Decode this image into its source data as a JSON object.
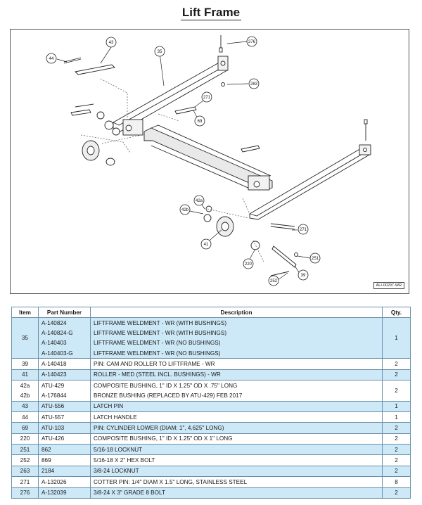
{
  "page": {
    "title": "Lift Frame",
    "diagram_id": "ALI-00297-WR"
  },
  "callouts": [
    "43",
    "44",
    "35",
    "276",
    "263",
    "271",
    "69",
    "42a",
    "42b",
    "41",
    "220",
    "271",
    "251",
    "39",
    "252"
  ],
  "table": {
    "headers": [
      "Item",
      "Part Number",
      "Description",
      "Qty."
    ],
    "groups": [
      {
        "item": "35",
        "qty": "1",
        "shade": "blue",
        "rows": [
          {
            "part": "A-140824",
            "desc": "LIFTFRAME WELDMENT - WR (WITH BUSHINGS)"
          },
          {
            "part": "A-140824-G",
            "desc": "LIFTFRAME WELDMENT - WR (WITH BUSHINGS)"
          },
          {
            "part": "A-140403",
            "desc": "LIFTFRAME WELDMENT - WR (NO BUSHINGS)"
          },
          {
            "part": "A-140403-G",
            "desc": "LIFTFRAME WELDMENT - WR (NO BUSHINGS)"
          }
        ]
      },
      {
        "item": "39",
        "qty": "2",
        "shade": "white",
        "rows": [
          {
            "part": "A-140418",
            "desc": "PIN: CAM AND ROLLER TO LIFTFRAME - WR"
          }
        ]
      },
      {
        "item": "41",
        "qty": "2",
        "shade": "blue",
        "rows": [
          {
            "part": "A-140423",
            "desc": "ROLLER - MED (STEEL INCL. BUSHINGS) - WR"
          }
        ]
      },
      {
        "items": [
          "42a",
          "42b"
        ],
        "qty": "2",
        "shade": "white",
        "rows": [
          {
            "part": "ATU-429",
            "desc": "COMPOSITE BUSHING, 1\" ID X 1.25\" OD X .75\" LONG"
          },
          {
            "part": "A-176844",
            "desc": "BRONZE BUSHING (REPLACED BY ATU-429) FEB 2017"
          }
        ]
      },
      {
        "item": "43",
        "qty": "1",
        "shade": "blue",
        "rows": [
          {
            "part": "ATU-556",
            "desc": "LATCH PIN"
          }
        ]
      },
      {
        "item": "44",
        "qty": "1",
        "shade": "white",
        "rows": [
          {
            "part": "ATU-557",
            "desc": "LATCH HANDLE"
          }
        ]
      },
      {
        "item": "69",
        "qty": "2",
        "shade": "blue",
        "rows": [
          {
            "part": "ATU-103",
            "desc": "PIN: CYLINDER LOWER (DIAM: 1\", 4.625\" LONG)"
          }
        ]
      },
      {
        "item": "220",
        "qty": "2",
        "shade": "white",
        "rows": [
          {
            "part": "ATU-426",
            "desc": "COMPOSITE BUSHING, 1\" ID X 1.25\" OD X 1\" LONG"
          }
        ]
      },
      {
        "item": "251",
        "qty": "2",
        "shade": "blue",
        "rows": [
          {
            "part": "862",
            "desc": "5/16-18 LOCKNUT"
          }
        ]
      },
      {
        "item": "252",
        "qty": "2",
        "shade": "white",
        "rows": [
          {
            "part": "869",
            "desc": "5/16-18 X 2\" HEX BOLT"
          }
        ]
      },
      {
        "item": "263",
        "qty": "2",
        "shade": "blue",
        "rows": [
          {
            "part": "2184",
            "desc": "3/8-24 LOCKNUT"
          }
        ]
      },
      {
        "item": "271",
        "qty": "8",
        "shade": "white",
        "rows": [
          {
            "part": "A-132026",
            "desc": "COTTER PIN: 1/4\" DIAM X 1.5\" LONG, STAINLESS STEEL"
          }
        ]
      },
      {
        "item": "276",
        "qty": "2",
        "shade": "blue",
        "rows": [
          {
            "part": "A-132039",
            "desc": "3/8-24 X 3\" GRADE 8 BOLT"
          }
        ]
      }
    ]
  }
}
